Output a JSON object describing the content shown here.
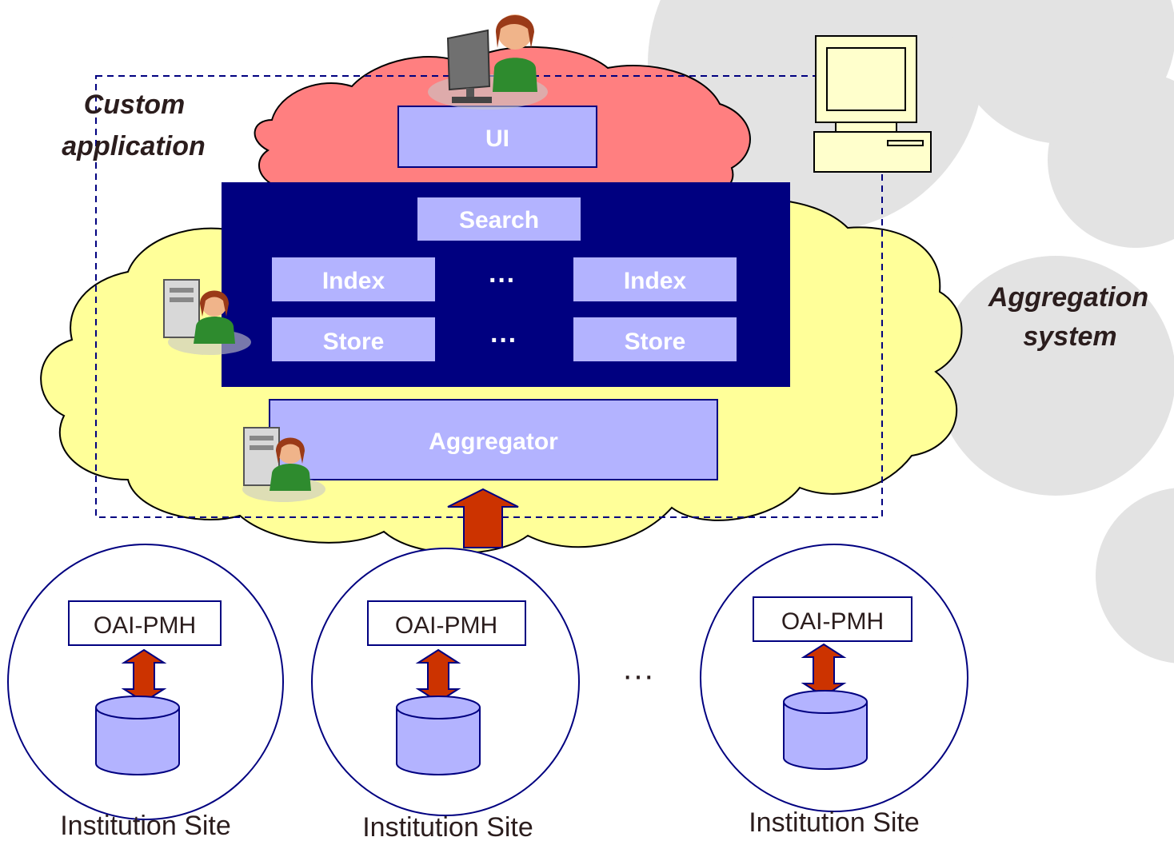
{
  "custom_app_label_line1": "Custom",
  "custom_app_label_line2": "application",
  "aggregation_label_line1": "Aggregation",
  "aggregation_label_line2": "system",
  "ui_box": "UI",
  "search_box": "Search",
  "index_left": "Index",
  "index_right": "Index",
  "store_left": "Store",
  "store_right": "Store",
  "dots_index": "···",
  "dots_store": "···",
  "aggregator_box": "Aggregator",
  "sites": [
    {
      "protocol": "OAI-PMH",
      "caption": "Institution Site"
    },
    {
      "protocol": "OAI-PMH",
      "caption": "Institution Site"
    },
    {
      "protocol": "OAI-PMH",
      "caption": "Institution Site"
    }
  ],
  "sites_ellipsis": "···",
  "colors": {
    "cloud_yellow": "#ffff99",
    "cloud_red": "#ff7f80",
    "navy": "#000080",
    "box_fill": "#b3b3ff",
    "arrow_red": "#cc3300",
    "background_circles": "#e3e3e3"
  }
}
